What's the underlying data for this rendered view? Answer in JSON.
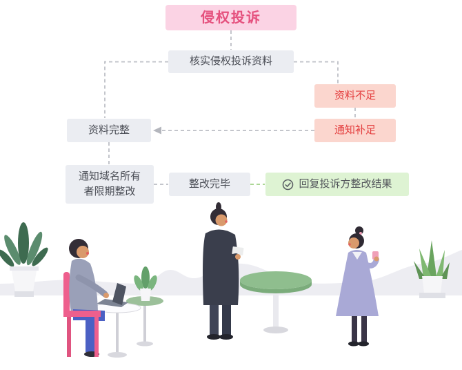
{
  "flowchart": {
    "title": {
      "label": "侵权投诉"
    },
    "nodes": {
      "verify": {
        "label": "核实侵权投诉资料"
      },
      "insufficient": {
        "label": "资料不足"
      },
      "notify_supplement": {
        "label": "通知补足"
      },
      "complete": {
        "label": "资料完整"
      },
      "notify_owner": {
        "label": "通知域名所有者限期整改"
      },
      "rectified": {
        "label": "整改完毕"
      },
      "reply": {
        "label": "回复投诉方整改结果"
      }
    },
    "icons": {
      "check_circle": "✓"
    },
    "colors": {
      "title_bg": "#fbd3e4",
      "title_text": "#e5517e",
      "neutral_bg": "#ebedf2",
      "neutral_text": "#4a4d55",
      "alert_bg": "#fbd6ce",
      "alert_text": "#e44040",
      "success_bg": "#def3d3",
      "success_text": "#53565b",
      "connector": "#c3c5cb",
      "connector_success": "#abd694"
    }
  },
  "illustration": {
    "elements": [
      "potted-plant-left",
      "seated-person-with-laptop",
      "pink-chair",
      "laptop-table",
      "side-table-plant",
      "standing-person-middle",
      "round-green-table",
      "standing-woman-right",
      "succulent-plant-right",
      "hills"
    ]
  }
}
